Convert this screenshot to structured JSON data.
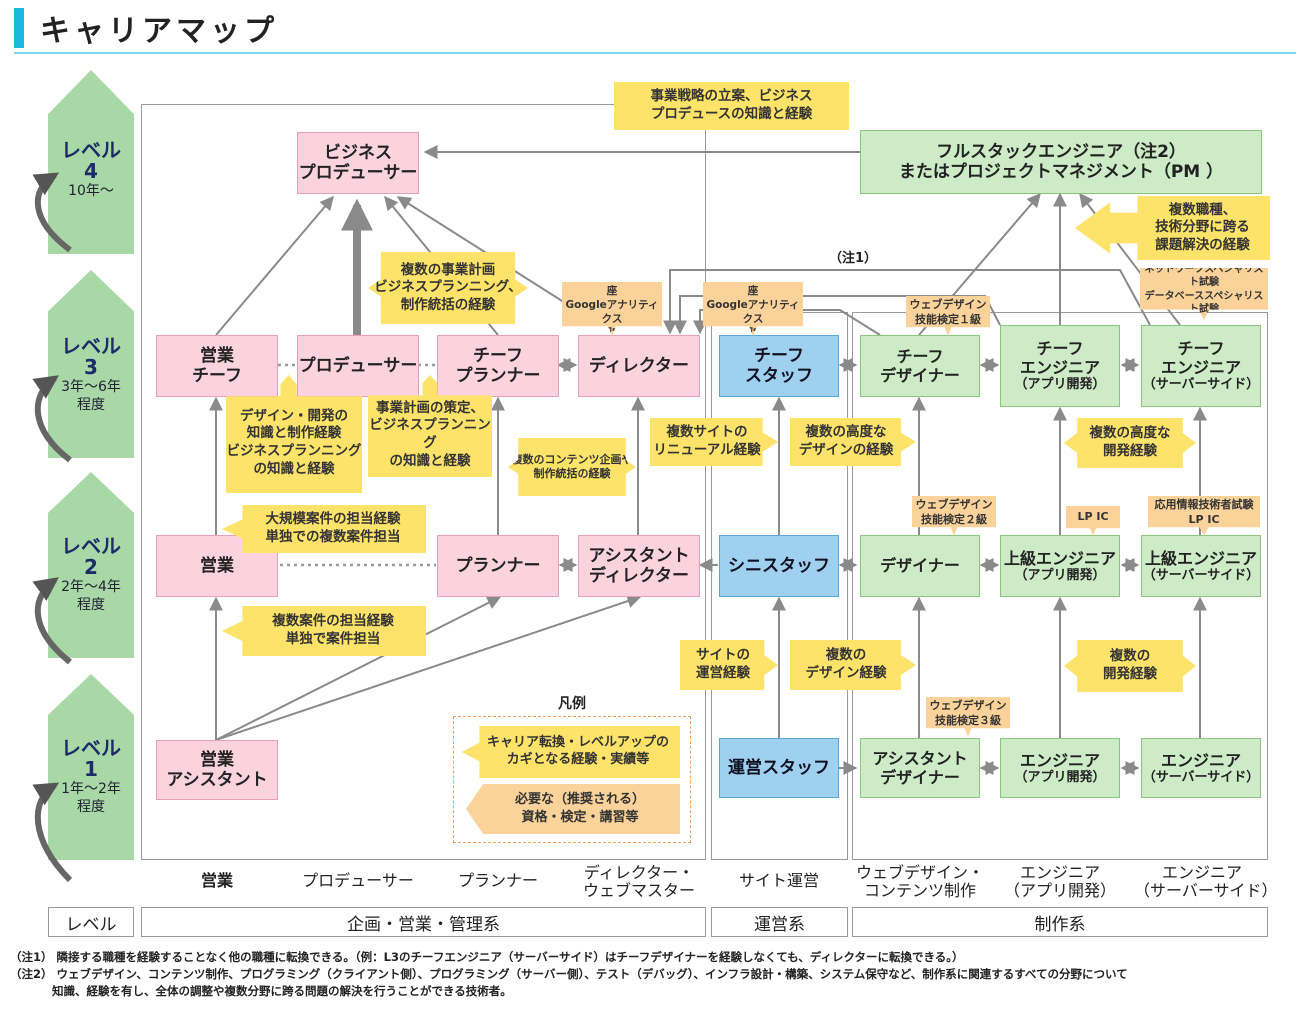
{
  "title": "キャリアマップ",
  "levels": [
    {
      "name": "レベル",
      "num": "4",
      "sub": "10年〜"
    },
    {
      "name": "レベル",
      "num": "3",
      "sub": "3年〜6年\n程度"
    },
    {
      "name": "レベル",
      "num": "2",
      "sub": "2年〜4年\n程度"
    },
    {
      "name": "レベル",
      "num": "1",
      "sub": "1年〜2年\n程度"
    }
  ],
  "roles": {
    "biz_producer": "ビジネス\nプロデューサー",
    "sales_chief": "営業\nチーフ",
    "producer": "プロデューサー",
    "chief_planner": "チーフ\nプランナー",
    "director": "ディレクター",
    "sales": "営業",
    "planner": "プランナー",
    "asst_director": "アシスタント\nディレクター",
    "sales_asst": "営業\nアシスタント",
    "chief_staff": "チーフ\nスタッフ",
    "senior_staff": "シニスタッフ",
    "op_staff": "運営スタッフ",
    "fullstack": "フルスタックエンジニア（注2）\nまたはプロジェクトマネジメント（PM ）",
    "chief_designer": "チーフ\nデザイナー",
    "chief_eng_app": "チーフ\nエンジニア",
    "chief_eng_app_sub": "（アプリ開発）",
    "chief_eng_srv": "チーフ\nエンジニア",
    "chief_eng_srv_sub": "（サーバーサイド）",
    "designer": "デザイナー",
    "sr_eng_app": "上級エンジニア",
    "sr_eng_app_sub": "（アプリ開発）",
    "sr_eng_srv": "上級エンジニア",
    "sr_eng_srv_sub": "（サーバーサイド）",
    "asst_designer": "アシスタント\nデザイナー",
    "eng_app": "エンジニア",
    "eng_app_sub": "（アプリ開発）",
    "eng_srv": "エンジニア",
    "eng_srv_sub": "（サーバーサイド）"
  },
  "experiences": {
    "biz_strategy": "事業戦略の立案、ビジネス\nプロデュースの知識と経験",
    "multi_biz_plan": "複数の事業計画\nビジネスプランニング、\n制作統括の経験",
    "design_dev": "デザイン・開発の\n知識と制作経験\nビジネスプランニング\nの知識と経験",
    "biz_plan": "事業計画の策定、\nビジネスプランニング\nの知識と経験",
    "multi_content": "複数のコンテンツ企画や\n制作統括の経験",
    "large_project": "大規模案件の担当経験\n単独での複数案件担当",
    "multi_project": "複数案件の担当経験\n単独で案件担当",
    "multi_site": "複数サイトの\nリニューアル経験",
    "adv_design": "複数の高度な\nデザインの経験",
    "adv_dev": "複数の高度な\n開発経験",
    "multi_tech": "複数職種、\n技術分野に跨る\n課題解決の経験",
    "site_op": "サイトの\n運営経験",
    "multi_design": "複数の\nデザイン経験",
    "multi_dev": "複数の\n開発経験"
  },
  "certs": {
    "web_analyst1": "ウェブ解析士認定講座\nGoogleアナリティクス\n個人認定資格",
    "web_analyst2": "ウェブ解析士認定講座\nGoogleアナリティクス\n個人認定資格",
    "webdesign1": "ウェブデザイン\n技能検定１級",
    "network": "ネットワークスペシャリスト試験\nデータベーススペシャリスト試験",
    "webdesign2": "ウェブデザイン\n技能検定２級",
    "lpic1": "LP IC",
    "applied": "応用情報技術者試験\nLP IC",
    "webdesign3": "ウェブデザイン\n技能検定３級"
  },
  "note1_marker": "（注1）",
  "legend": {
    "title": "凡例",
    "yellow": "キャリア転換・レベルアップの\nカギとなる経験・実績等",
    "orange": "必要な（推奨される）\n資格・検定・講習等"
  },
  "columns": [
    "営業",
    "プロデューサー",
    "プランナー",
    "ディレクター・\nウェブマスター",
    "サイト運営",
    "ウェブデザイン・\nコンテンツ制作",
    "エンジニア\n（アプリ開発）",
    "エンジニア\n（サーバーサイド）"
  ],
  "categories": {
    "level": "レベル",
    "planning": "企画・営業・管理系",
    "operation": "運営系",
    "production": "制作系"
  },
  "notes": [
    "（注1） 隣接する職種を経験することなく他の職種に転換できる。（例：L3のチーフエンジニア（サーバーサイド）はチーフデザイナーを経験しなくても、ディレクターに転換できる。）",
    "（注2） ウェブデザイン、コンテンツ制作、プログラミング（クライアント側）、プログラミング（サーバー側）、テスト（デバッグ）、インフラ設計・構築、システム保守など、制作系に関連するすべての分野について",
    "知識、経験を有し、全体の調整や複数分野に跨る問題の解決を行うことができる技術者。"
  ],
  "colors": {
    "pink": "#fbd3df",
    "blue": "#9fd0ef",
    "green": "#cdebc6",
    "yellow": "#fde36a",
    "orange": "#fbd39a",
    "level": "#a8d8a5",
    "accent": "#1fb6e0"
  }
}
